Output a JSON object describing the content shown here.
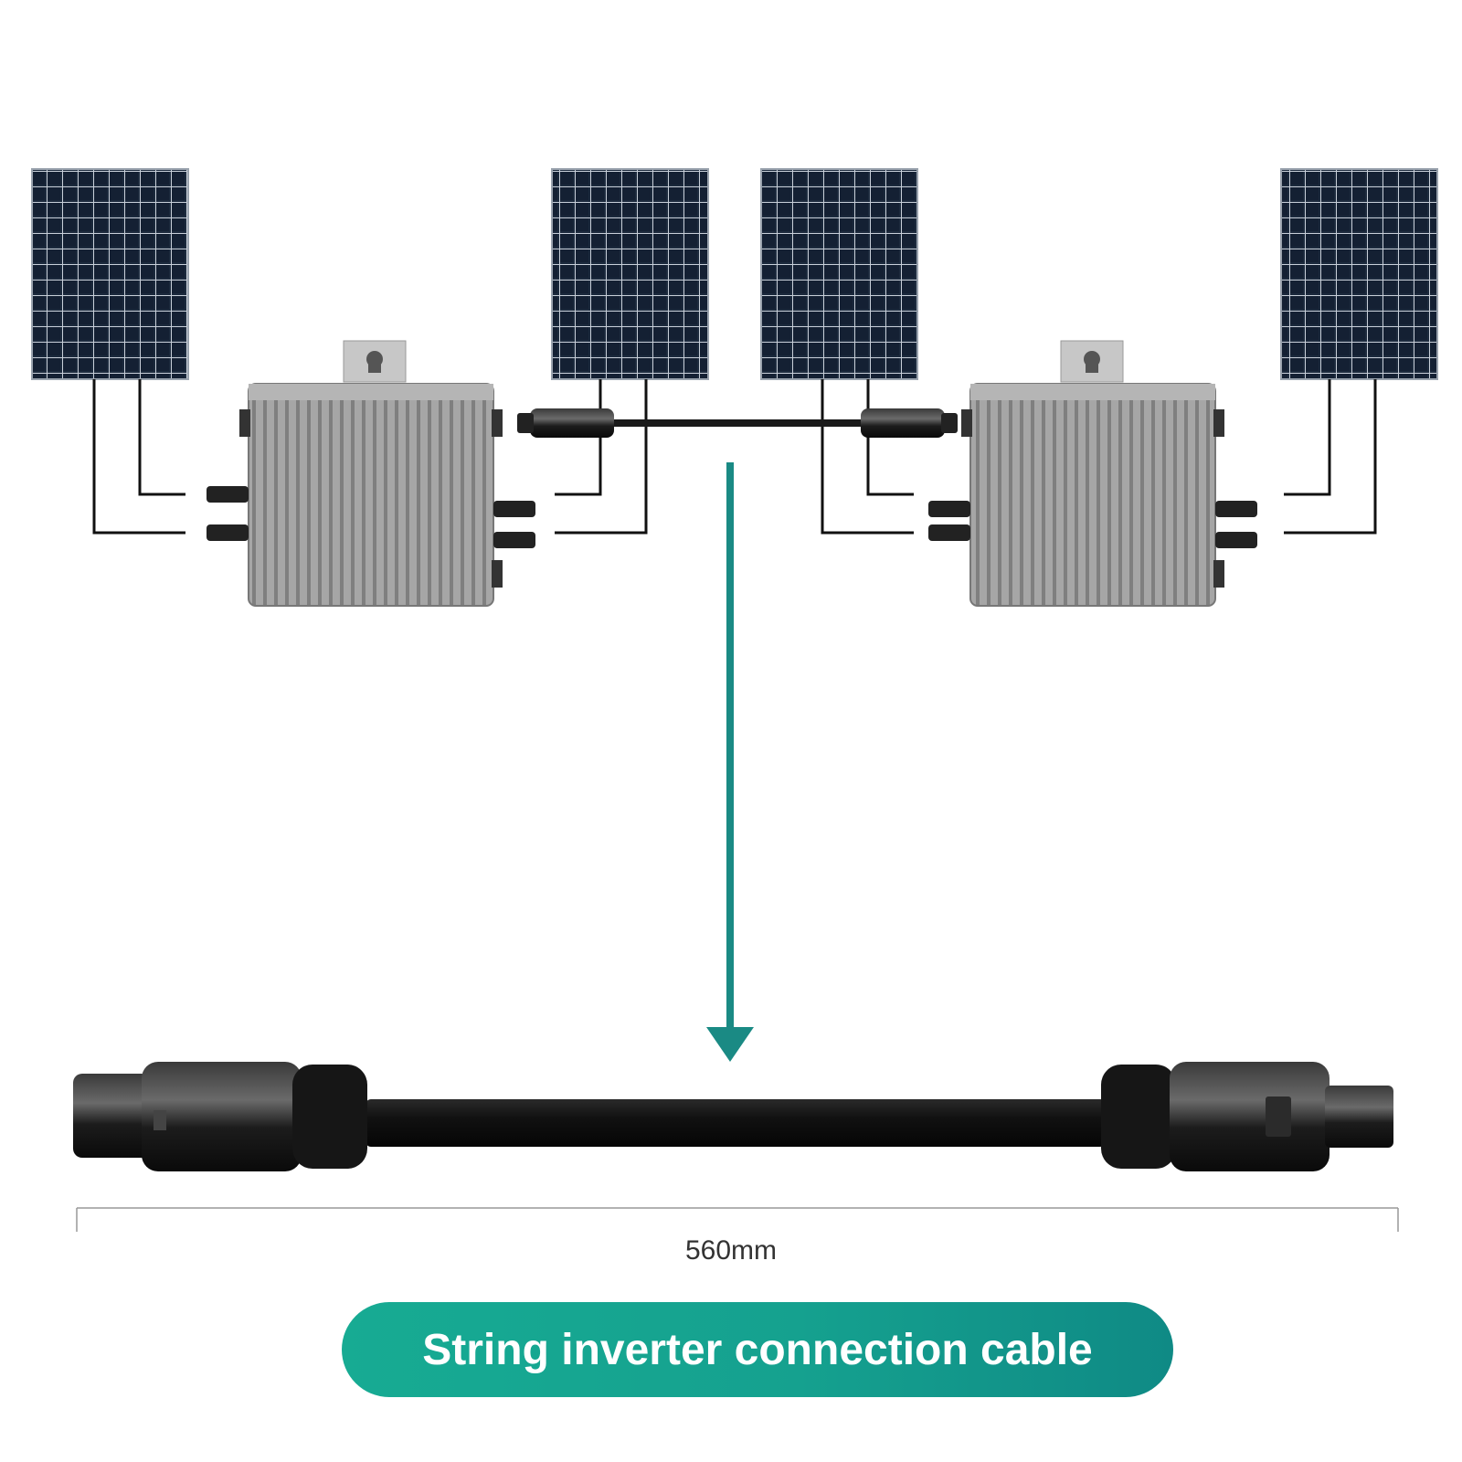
{
  "caption": "String inverter connection cable",
  "dimension": {
    "label": "560mm"
  },
  "colors": {
    "accent": "#1a8a84",
    "pill_start": "#17ab93",
    "pill_end": "#0f8a85",
    "panel": "#1a2638",
    "inverter": "#9a9a9a",
    "cable": "#111111"
  },
  "diagram": {
    "solar_panels": 4,
    "microinverters": 2
  }
}
